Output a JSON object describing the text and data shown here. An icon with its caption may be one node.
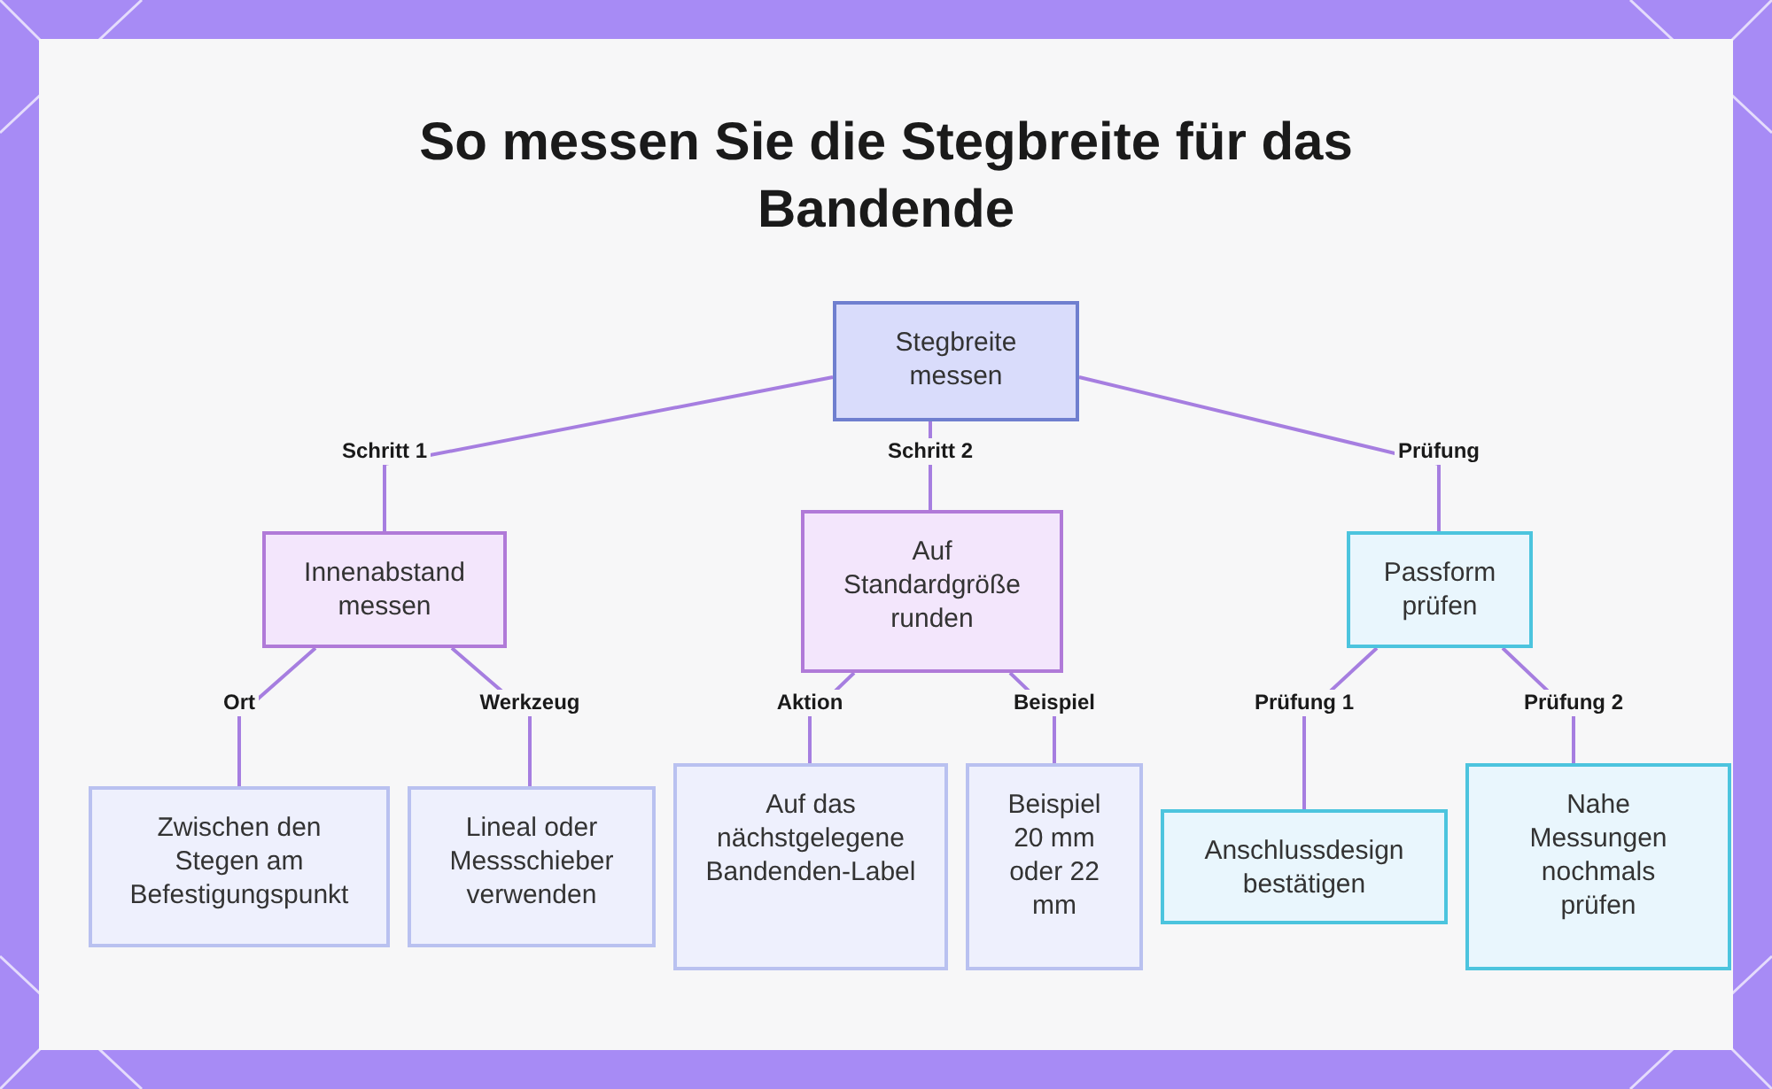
{
  "diagram": {
    "title": "So messen Sie die Stegbreite für das Bandende",
    "nodes": [
      {
        "text": [
          "Stegbreite messen"
        ]
      },
      {
        "text": [
          "Innenabstand messen"
        ]
      },
      {
        "text": [
          "Auf Standardgröße runden"
        ]
      },
      {
        "text": [
          "Passform prüfen"
        ]
      },
      {
        "text": [
          "Zwischen den Stegen am Befestigungspunkt"
        ]
      },
      {
        "text": [
          "Lineal oder Messschieber verwenden"
        ]
      },
      {
        "text": [
          "Auf das nächstgelegene Bandenden-Label"
        ]
      },
      {
        "text": [
          "Beispiel 20 mm oder 22 mm"
        ]
      },
      {
        "text": [
          "Anschlussdesign bestätigen"
        ]
      },
      {
        "text": [
          "Nahe Messungen nochmals prüfen"
        ]
      }
    ],
    "edges": [
      {
        "from": 0,
        "to": 1,
        "arrow": "none",
        "label": "Schritt 1"
      },
      {
        "from": 0,
        "to": 2,
        "arrow": "none",
        "label": "Schritt 2"
      },
      {
        "from": 0,
        "to": 3,
        "arrow": "none",
        "label": "Prüfung"
      },
      {
        "from": 1,
        "to": 4,
        "arrow": "none",
        "label": "Ort"
      },
      {
        "from": 1,
        "to": 5,
        "arrow": "none",
        "label": "Werkzeug"
      },
      {
        "from": 2,
        "to": 6,
        "arrow": "none",
        "label": "Aktion"
      },
      {
        "from": 2,
        "to": 7,
        "arrow": "none",
        "label": "Beispiel"
      },
      {
        "from": 3,
        "to": 8,
        "arrow": "none",
        "label": "Prüfung 1"
      },
      {
        "from": 3,
        "to": 9,
        "arrow": "none",
        "label": "Prüfung 2"
      }
    ]
  }
}
